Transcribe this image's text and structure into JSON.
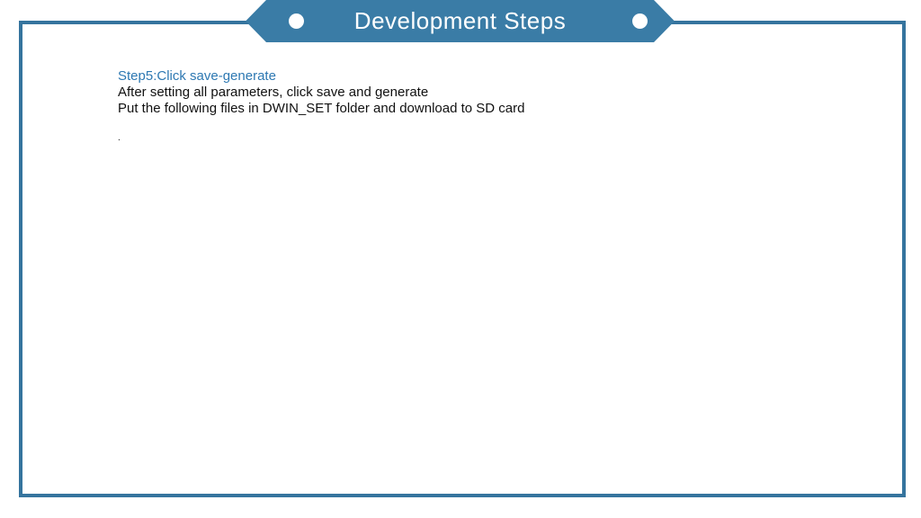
{
  "slide": {
    "banner": {
      "title": "Development Steps"
    },
    "body": {
      "heading": "Step5:Click save-generate",
      "lines": [
        "After setting all parameters, click save and generate",
        "Put the following files in DWIN_SET folder and download to SD card"
      ],
      "footnote": "."
    },
    "colors": {
      "banner_fill": "#3a7ca6",
      "frame_border": "#35749e",
      "heading_text": "#2d78b2",
      "body_text": "#111111"
    }
  }
}
